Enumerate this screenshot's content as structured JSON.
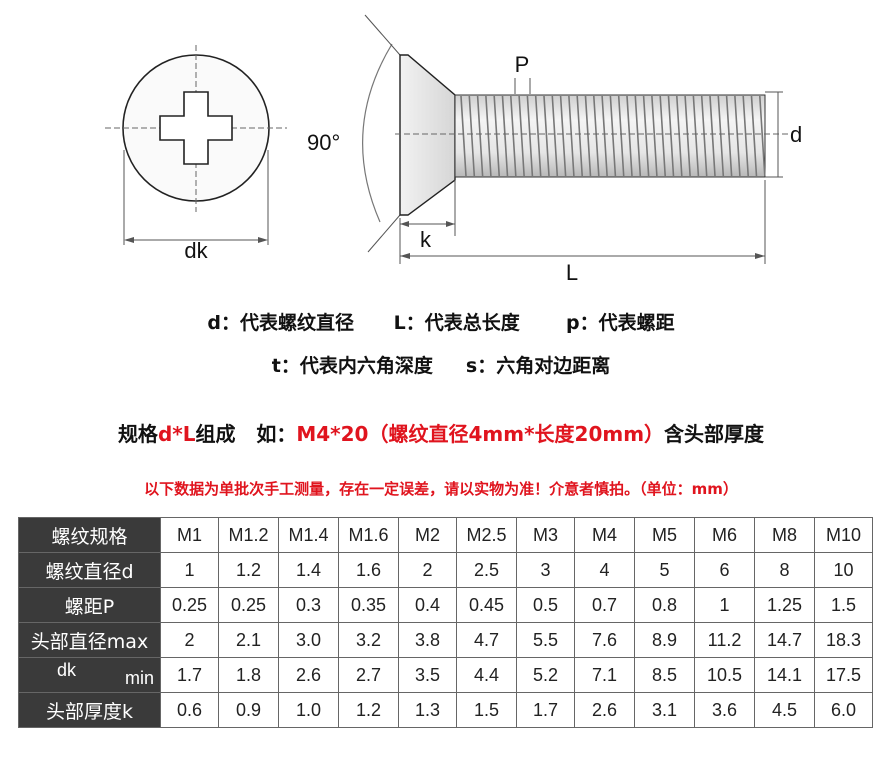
{
  "diagram": {
    "labels": {
      "dk": "dk",
      "angle": "90°",
      "k": "k",
      "P": "P",
      "d": "d",
      "L": "L"
    }
  },
  "legend": {
    "line1": "d：代表螺纹直径      L：代表总长度       p：代表螺距",
    "line2": "t：代表内六角深度     s：六角对边距离"
  },
  "format": {
    "prefix": "规格",
    "dl": "d*L",
    "mid": "组成   如：",
    "example": "M4*20（螺纹直径4mm*长度20mm）",
    "suffix": "含头部厚度"
  },
  "note": "以下数据为单批次手工测量，存在一定误差，请以实物为准！介意者慎拍。（单位：mm）",
  "table": {
    "rows": [
      {
        "label": "螺纹规格",
        "values": [
          "M1",
          "M1.2",
          "M1.4",
          "M1.6",
          "M2",
          "M2.5",
          "M3",
          "M4",
          "M5",
          "M6",
          "M8",
          "M10"
        ]
      },
      {
        "label": "螺纹直径d",
        "values": [
          "1",
          "1.2",
          "1.4",
          "1.6",
          "2",
          "2.5",
          "3",
          "4",
          "5",
          "6",
          "8",
          "10"
        ]
      },
      {
        "label": "螺距P",
        "values": [
          "0.25",
          "0.25",
          "0.3",
          "0.35",
          "0.4",
          "0.45",
          "0.5",
          "0.7",
          "0.8",
          "1",
          "1.25",
          "1.5"
        ]
      },
      {
        "label": "头部直径max",
        "values": [
          "2",
          "2.1",
          "3.0",
          "3.2",
          "3.8",
          "4.7",
          "5.5",
          "7.6",
          "8.9",
          "11.2",
          "14.7",
          "18.3"
        ]
      },
      {
        "label_top": "dk",
        "label": "min",
        "values": [
          "1.7",
          "1.8",
          "2.6",
          "2.7",
          "3.5",
          "4.4",
          "5.2",
          "7.1",
          "8.5",
          "10.5",
          "14.1",
          "17.5"
        ]
      },
      {
        "label": "头部厚度k",
        "values": [
          "0.6",
          "0.9",
          "1.0",
          "1.2",
          "1.3",
          "1.5",
          "1.7",
          "2.6",
          "3.1",
          "3.6",
          "4.5",
          "6.0"
        ]
      }
    ]
  }
}
